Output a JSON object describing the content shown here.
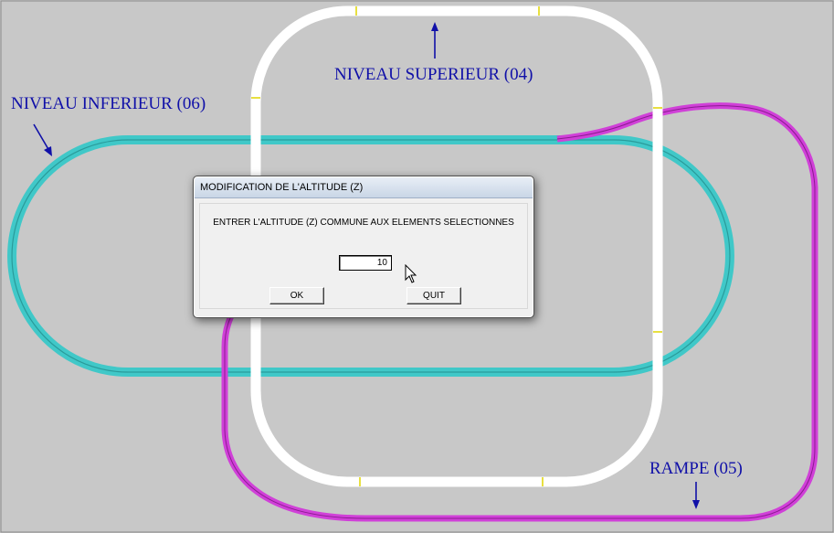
{
  "annotations": {
    "niveau_superieur": "NIVEAU SUPERIEUR (04)",
    "niveau_inferieur": "NIVEAU INFERIEUR (06)",
    "rampe": "RAMPE (05)",
    "color": "#1010a8"
  },
  "tracks": {
    "upper_color": "#ffffff",
    "lower_color": "#40c8c8",
    "ramp_color": "#d040d8",
    "joint_color": "#e8e040",
    "background": "#c8c8c8"
  },
  "dialog": {
    "title": "MODIFICATION DE L'ALTITUDE (Z)",
    "message": "ENTRER L'ALTITUDE (Z) COMMUNE AUX ELEMENTS SELECTIONNES",
    "altitude_value": "10",
    "ok_label": "OK",
    "quit_label": "QUIT"
  }
}
